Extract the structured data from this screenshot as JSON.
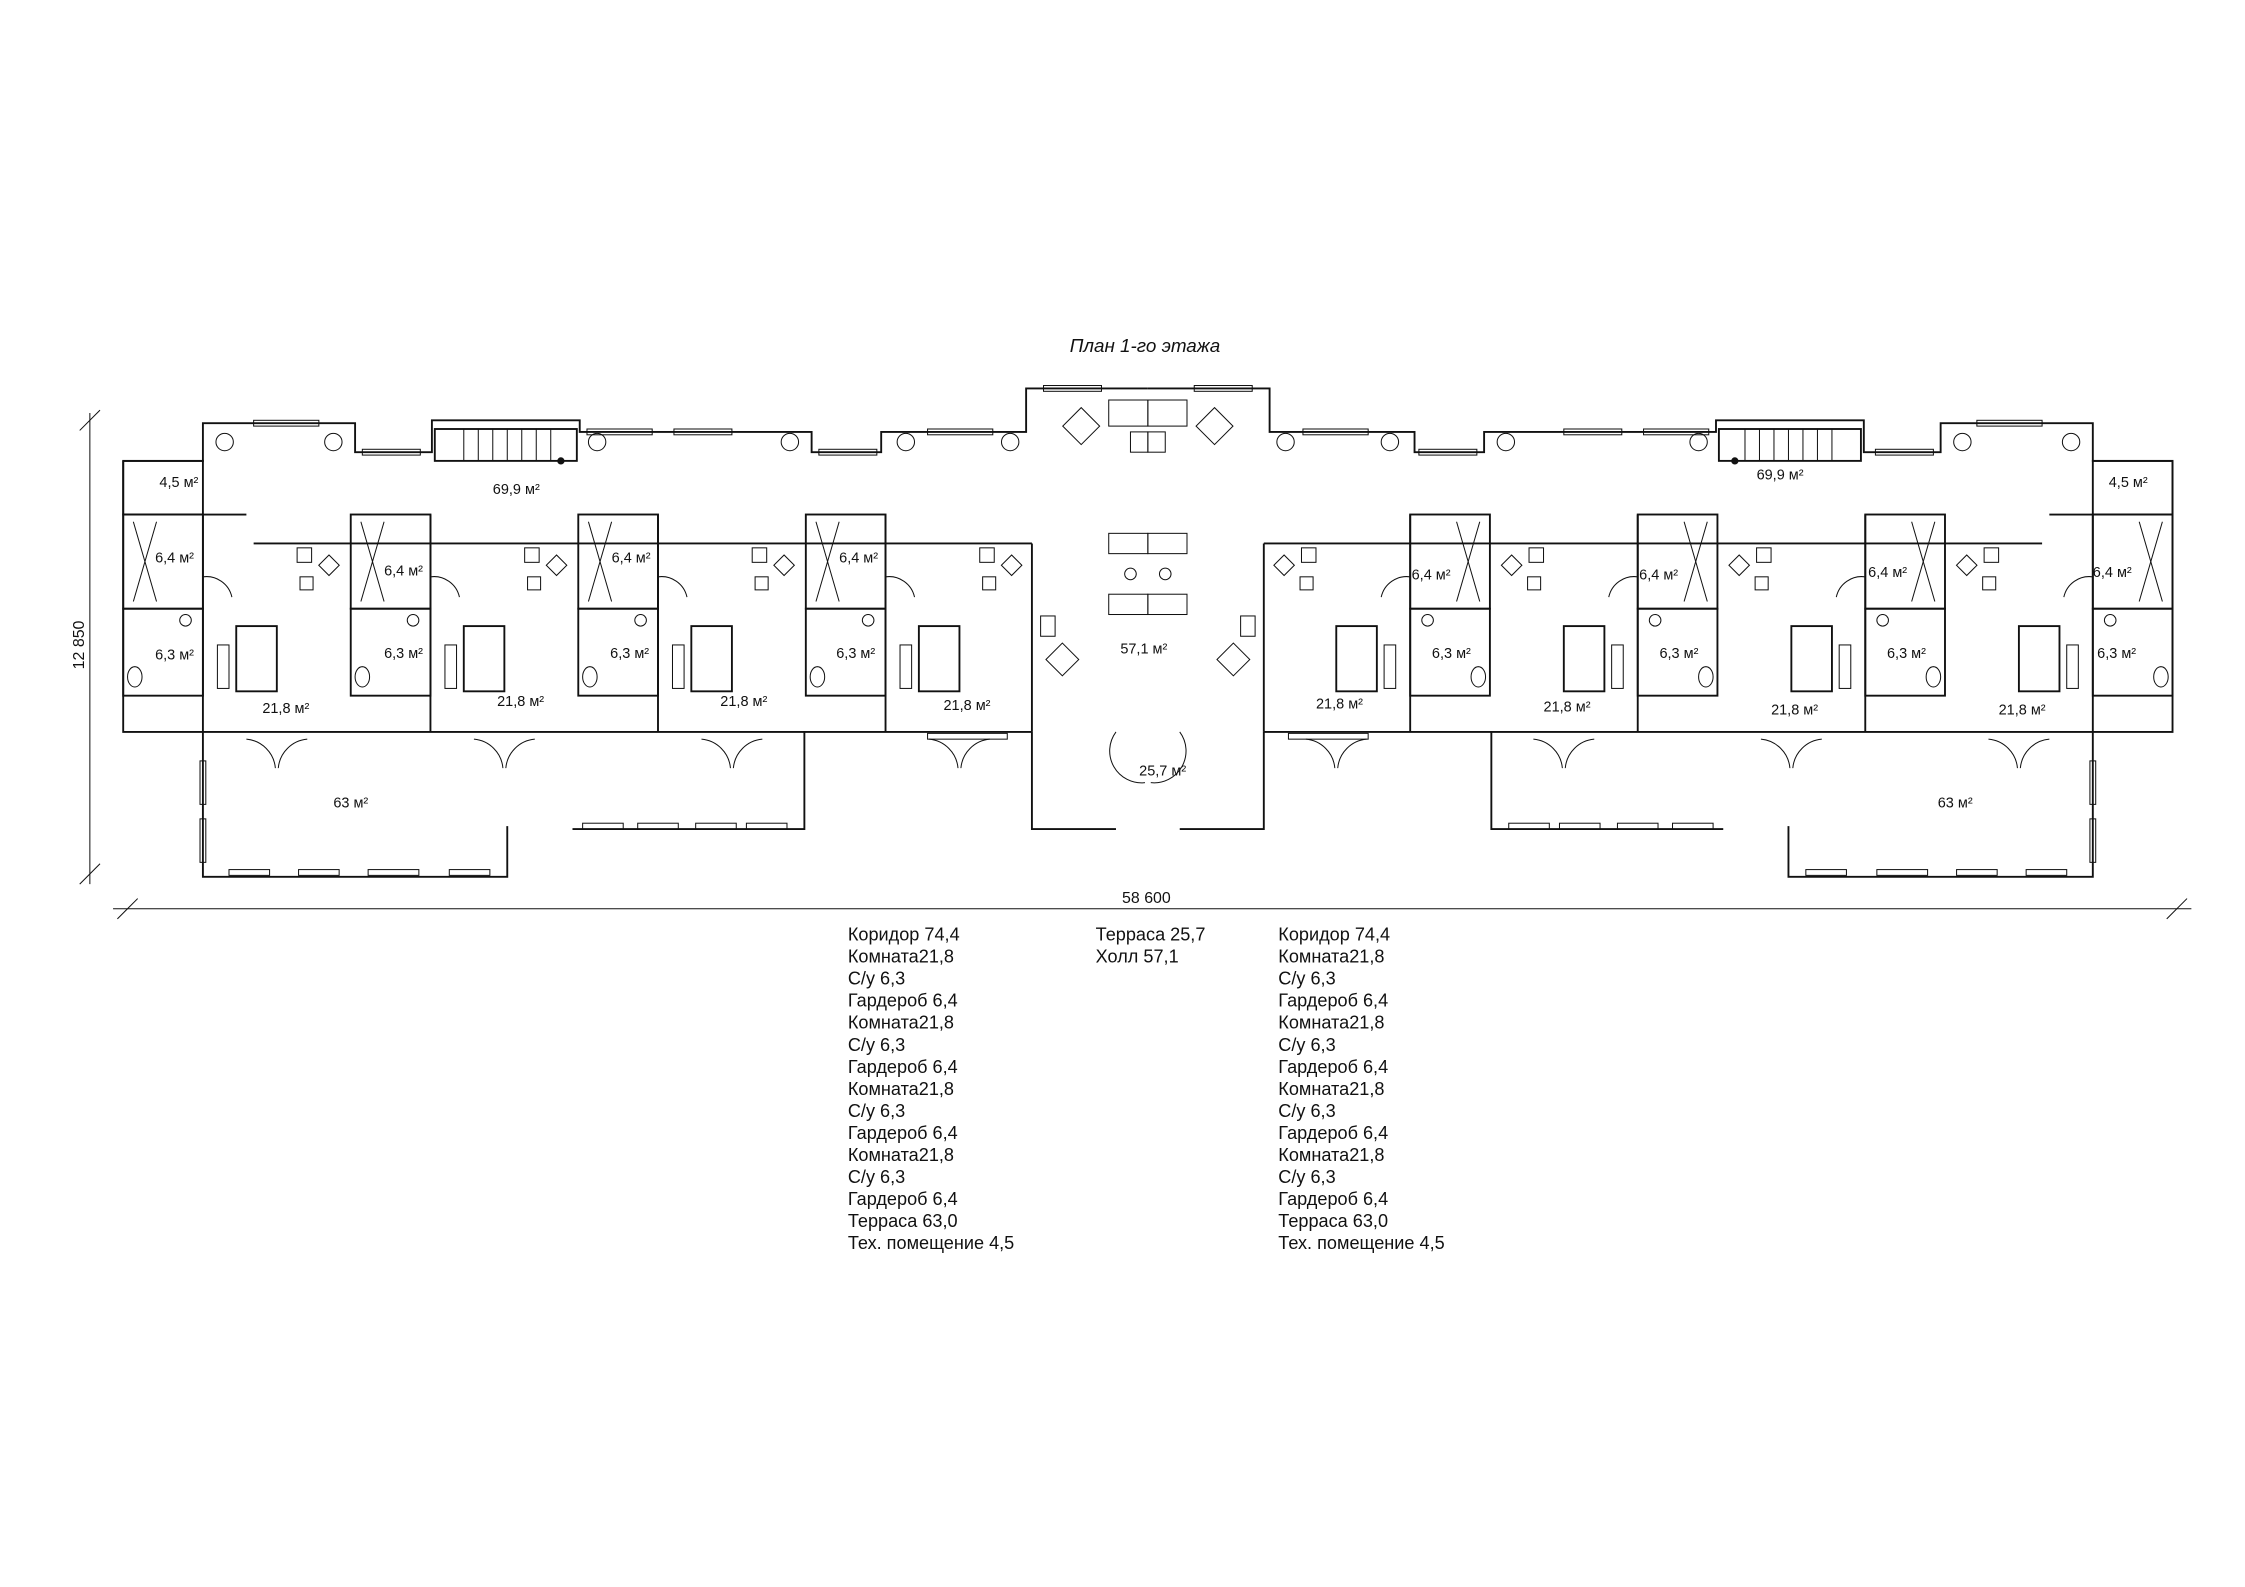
{
  "title": "План 1-го этажа",
  "dimensions": {
    "height": "12 850",
    "width": "58 600"
  },
  "rooms": {
    "tech_left": "4,5 м²",
    "corridor_left": "69,9 м²",
    "corridor_right": "69,9 м²",
    "tech_right": "4,5 м²",
    "hall": "57,1 м²",
    "terrace_center": "25,7 м²",
    "terrace_left": "63 м²",
    "terrace_right": "63 м²",
    "wardrobe": "6,4 м²",
    "bath": "6,3 м²",
    "room": "21,8 м²"
  },
  "legend": {
    "left": [
      "Коридор 74,4",
      "Комната21,8",
      "С/у 6,3",
      "Гардероб 6,4",
      "Комната21,8",
      "С/у 6,3",
      "Гардероб 6,4",
      "Комната21,8",
      "С/у 6,3",
      "Гардероб 6,4",
      "Комната21,8",
      "С/у 6,3",
      "Гардероб 6,4",
      "Терраса 63,0",
      "Тех. помещение 4,5"
    ],
    "center": [
      "Терраса 25,7",
      "Холл 57,1"
    ],
    "right": [
      "Коридор 74,4",
      "Комната21,8",
      "С/у 6,3",
      "Гардероб 6,4",
      "Комната21,8",
      "С/у 6,3",
      "Гардероб 6,4",
      "Комната21,8",
      "С/у 6,3",
      "Гардероб 6,4",
      "Комната21,8",
      "С/у 6,3",
      "Гардероб 6,4",
      "Терраса 63,0",
      "Тех. помещение 4,5"
    ]
  }
}
